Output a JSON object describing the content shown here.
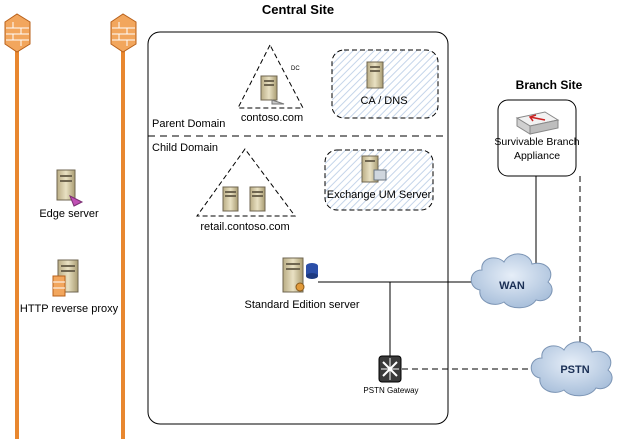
{
  "central_site": {
    "title": "Central Site",
    "parent_domain": {
      "label": "Parent Domain",
      "dc_badge": "DC",
      "domain_name": "contoso.com",
      "ca_dns": "CA / DNS"
    },
    "child_domain": {
      "label": "Child Domain",
      "domain_name": "retail.contoso.com",
      "exchange_um": "Exchange UM Server"
    },
    "standard_edition": "Standard Edition server",
    "pstn_gateway": "PSTN Gateway"
  },
  "perimeter": {
    "edge_server": "Edge server",
    "http_reverse_proxy": "HTTP reverse proxy"
  },
  "branch_site": {
    "title": "Branch Site",
    "appliance_line1": "Survivable Branch",
    "appliance_line2": "Appliance"
  },
  "networks": {
    "wan": "WAN",
    "pstn": "PSTN"
  },
  "colors": {
    "firewall_orange": "#e8872f",
    "server_beige": "#d9cfa8",
    "cloud_blue": "#bcd0e6",
    "hatch_blue": "#dbe5f1"
  }
}
